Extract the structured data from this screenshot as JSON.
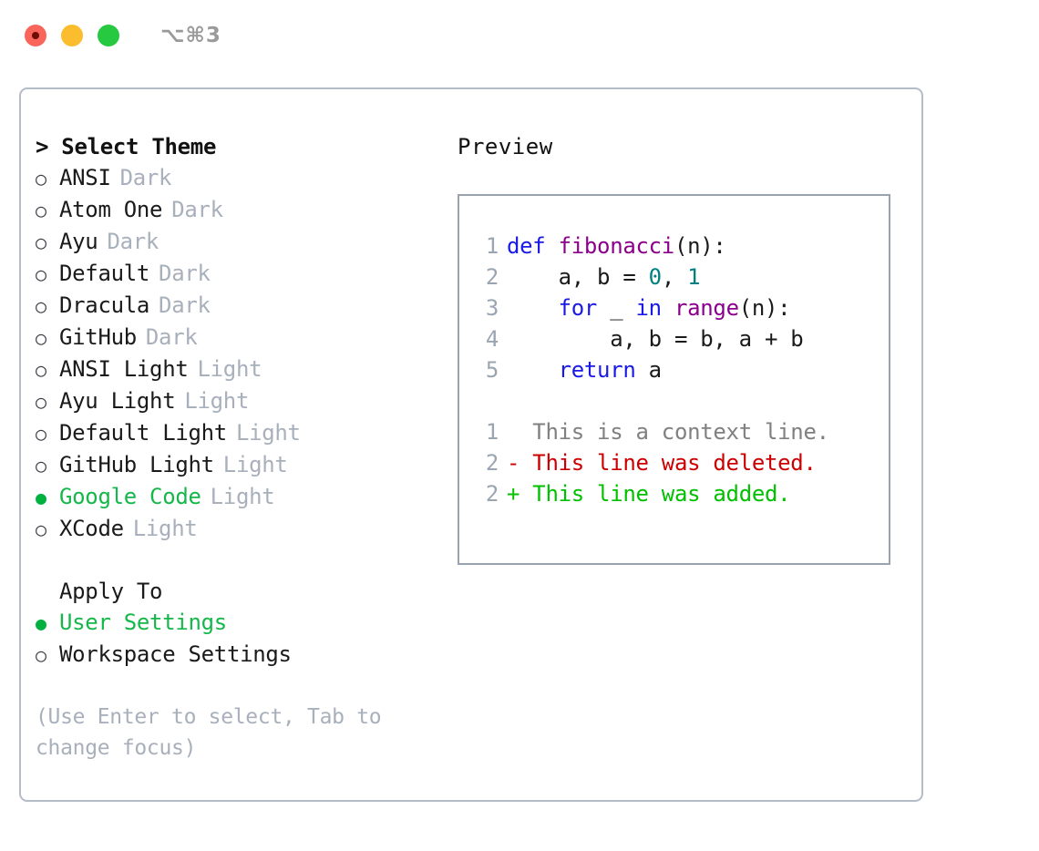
{
  "window": {
    "shortcut_label": "⌥⌘3",
    "traffic_lights": [
      "close-red",
      "minimize-yellow",
      "maximize-green"
    ]
  },
  "theme_picker": {
    "header": "> Select Theme",
    "options": [
      {
        "marker": "○",
        "label": "ANSI",
        "tag": "Dark",
        "selected": false
      },
      {
        "marker": "○",
        "label": "Atom One",
        "tag": "Dark",
        "selected": false
      },
      {
        "marker": "○",
        "label": "Ayu",
        "tag": "Dark",
        "selected": false
      },
      {
        "marker": "○",
        "label": "Default",
        "tag": "Dark",
        "selected": false
      },
      {
        "marker": "○",
        "label": "Dracula",
        "tag": "Dark",
        "selected": false
      },
      {
        "marker": "○",
        "label": "GitHub",
        "tag": "Dark",
        "selected": false
      },
      {
        "marker": "○",
        "label": "ANSI Light",
        "tag": "Light",
        "selected": false
      },
      {
        "marker": "○",
        "label": "Ayu Light",
        "tag": "Light",
        "selected": false
      },
      {
        "marker": "○",
        "label": "Default Light",
        "tag": "Light",
        "selected": false
      },
      {
        "marker": "○",
        "label": "GitHub Light",
        "tag": "Light",
        "selected": false
      },
      {
        "marker": "●",
        "label": "Google Code",
        "tag": "Light",
        "selected": true
      },
      {
        "marker": "○",
        "label": "XCode",
        "tag": "Light",
        "selected": false
      }
    ]
  },
  "apply_to": {
    "header": "Apply To",
    "options": [
      {
        "marker": "●",
        "label": "User Settings",
        "selected": true
      },
      {
        "marker": "○",
        "label": "Workspace Settings",
        "selected": false
      }
    ]
  },
  "hint": "(Use Enter to select, Tab to change focus)",
  "preview": {
    "header": "Preview",
    "code_lines": [
      {
        "number": "1",
        "tokens": [
          {
            "t": "def ",
            "c": "kw"
          },
          {
            "t": "fibonacci",
            "c": "fn"
          },
          {
            "t": "(n):",
            "c": "pl"
          }
        ]
      },
      {
        "number": "2",
        "tokens": [
          {
            "t": "    a, b = ",
            "c": "pl"
          },
          {
            "t": "0",
            "c": "num"
          },
          {
            "t": ", ",
            "c": "pl"
          },
          {
            "t": "1",
            "c": "num"
          }
        ]
      },
      {
        "number": "3",
        "tokens": [
          {
            "t": "    ",
            "c": "pl"
          },
          {
            "t": "for",
            "c": "kw"
          },
          {
            "t": " _ ",
            "c": "pl"
          },
          {
            "t": "in",
            "c": "kw"
          },
          {
            "t": " ",
            "c": "pl"
          },
          {
            "t": "range",
            "c": "fn"
          },
          {
            "t": "(n):",
            "c": "pl"
          }
        ]
      },
      {
        "number": "4",
        "tokens": [
          {
            "t": "        a, b = b, a + b",
            "c": "pl"
          }
        ]
      },
      {
        "number": "5",
        "tokens": [
          {
            "t": "    ",
            "c": "pl"
          },
          {
            "t": "return",
            "c": "kw"
          },
          {
            "t": " a",
            "c": "pl"
          }
        ]
      }
    ],
    "diff_lines": [
      {
        "number": "1",
        "marker": " ",
        "text": " This is a context line.",
        "kind": "context"
      },
      {
        "number": "2",
        "marker": "-",
        "text": " This line was deleted.",
        "kind": "del"
      },
      {
        "number": "2",
        "marker": "+",
        "text": " This line was added.",
        "kind": "add"
      }
    ]
  },
  "colors": {
    "accent_green": "#16b74a",
    "bullet_green": "#00b140",
    "muted_tag": "#a8b0bc",
    "panel_border": "#b4bcc8",
    "code_border": "#99a3b0",
    "gutter": "#9aa5b1",
    "keyword": "#1a1ae6",
    "function": "#8b008b",
    "number": "#008080",
    "diff_context": "#808080",
    "diff_deleted": "#cc0000",
    "diff_added": "#00c000"
  }
}
